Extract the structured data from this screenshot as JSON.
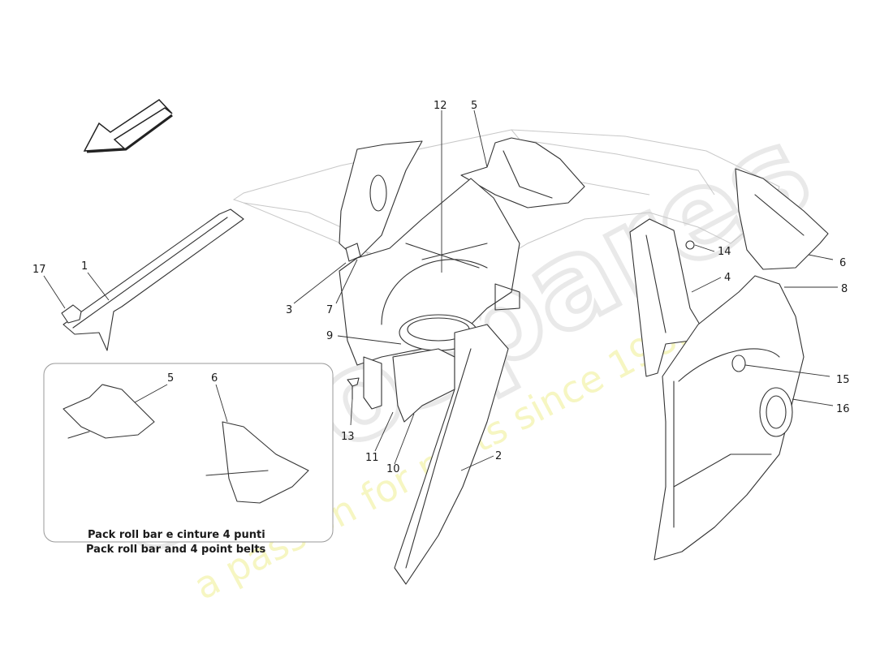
{
  "watermark": {
    "logo_text": "eurospares",
    "tagline": "a passion for parts since 1985"
  },
  "callouts": {
    "c1": "1",
    "c2": "2",
    "c3": "3",
    "c4": "4",
    "c5": "5",
    "c6": "6",
    "c7": "7",
    "c8": "8",
    "c9": "9",
    "c10": "10",
    "c11": "11",
    "c12": "12",
    "c13": "13",
    "c14": "14",
    "c15": "15",
    "c16": "16",
    "c17": "17",
    "inset_5": "5",
    "inset_6": "6"
  },
  "inset": {
    "caption_line1": "Pack roll bar e cinture 4 punti",
    "caption_line2": "Pack roll bar and 4 point belts"
  },
  "colors": {
    "line": "#333333",
    "watermark_logo": "#e9e9e9",
    "watermark_tagline": "#f6f6c2"
  }
}
